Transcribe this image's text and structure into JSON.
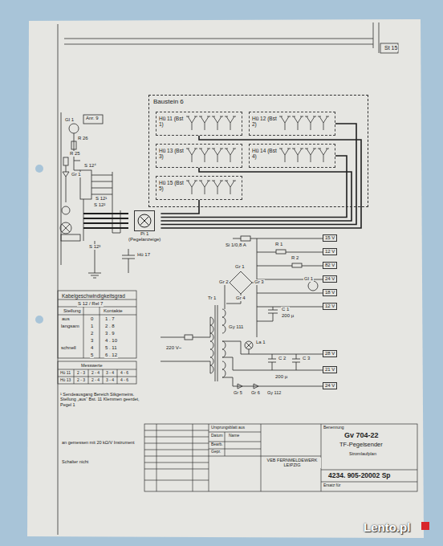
{
  "diagram": {
    "nodes": [
      {
        "text": [
          "Baustein 6"
        ]
      },
      {
        "text": [
          "Hü 11 (Bst 1)"
        ],
        "in": 0
      },
      {
        "text": [
          "Hü 12 (Bst 2)"
        ],
        "in": 0
      },
      {
        "text": [
          "Hü 13 (Bst 3)"
        ],
        "in": 0
      },
      {
        "text": [
          "Hü 14 (Bst 4)"
        ],
        "in": 0
      },
      {
        "text": [
          "Hü 15 (Bst 5)"
        ],
        "in": 0
      },
      {
        "text": [
          "Pi 1",
          "(Pegelanzeige)"
        ]
      },
      {
        "text": [
          "15 V"
        ]
      },
      {
        "text": [
          "12 V"
        ]
      },
      {
        "text": [
          "82 V"
        ]
      },
      {
        "text": [
          "24 V"
        ]
      },
      {
        "text": [
          "18 V"
        ]
      },
      {
        "text": [
          "12 V"
        ]
      },
      {
        "text": [
          "28 V"
        ]
      },
      {
        "text": [
          "21 V"
        ]
      },
      {
        "text": [
          "24 V"
        ]
      }
    ],
    "edges": [
      {
        "from": 1,
        "to": 6,
        "arrow": "none"
      },
      {
        "from": 2,
        "to": 6,
        "arrow": "none"
      },
      {
        "from": 3,
        "to": 6,
        "arrow": "none"
      },
      {
        "from": 4,
        "to": 6,
        "arrow": "none"
      },
      {
        "from": 5,
        "to": 6,
        "arrow": "none"
      }
    ],
    "labels": [
      "St 15",
      "Gl 1",
      "Anr. 9",
      "R 26",
      "R 25",
      "S 12⁴",
      "Gr 1",
      "S 12¹",
      "S 12²",
      "S 12³",
      "Hü 17",
      "Kabelgeschwindigkeitsgrad",
      "S 12 / Rel 7",
      "Stellung",
      "Kontakte",
      "aus",
      "0",
      "1 . 7",
      "langsam",
      "1",
      "2 . 8",
      "2",
      "3 . 9",
      "3",
      "4 . 10",
      "schnell",
      "4",
      "5 . 11",
      "5",
      "6 . 12",
      "Messwerte",
      "Hü 11",
      "2 - 3",
      "2 - 4",
      "3 - 4",
      "4 - 6",
      "Hü 13",
      "2 - 3",
      "2 - 4",
      "3 - 4",
      "4 - 6",
      "¹ Sendeausgang Bereich Stkgemeins. Stellung „aus“ Bst. 11 Klemmen geerdet, Pegel 1",
      "an gemessen mit 20 kΩ/V Instrument",
      "Schalter nicht",
      "Si 1/0,8 A",
      "Tr 1",
      "Gr 1",
      "Gr 2",
      "Gr 3",
      "Gr 4",
      "Gl 1",
      "R 1",
      "R 2",
      "C 1",
      "200 µ",
      "220 V~",
      "Gy 111",
      "La 1",
      "C 2",
      "C 3",
      "200 µ",
      "Gr 5",
      "Gr 6",
      "Gy 112",
      "Ursprungsblatt aus",
      "Datum",
      "Name",
      "Bearb.",
      "Gepr.",
      "Benennung",
      "Gv 704-22",
      "TF-Pegelsender",
      "Stromlaufplan",
      "VEB FERNMELDEWERK LEIPZIG",
      "4234. 905-20002 Sp",
      "Ersatz für",
      "Lento.pl"
    ]
  }
}
